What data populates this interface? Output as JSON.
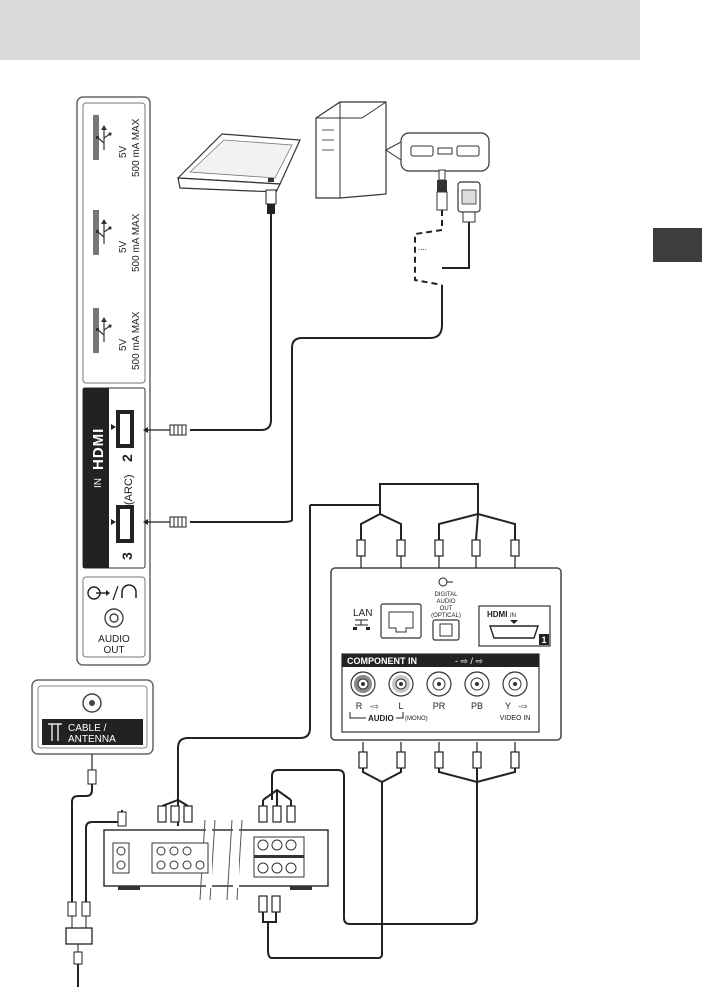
{
  "usb_ports": [
    {
      "rating_voltage": "5V",
      "rating_current": "500 mA MAX"
    },
    {
      "rating_voltage": "5V",
      "rating_current": "500 mA MAX"
    },
    {
      "rating_voltage": "5V",
      "rating_current": "500 mA MAX"
    }
  ],
  "hdmi_panel": {
    "logo": "HDMI",
    "in_label": "IN",
    "port_2": "2",
    "port_3": "3",
    "arc_label": "(ARC)"
  },
  "audio_out": {
    "label_line1": "AUDIO",
    "label_line2": "OUT"
  },
  "antenna": {
    "label_line1": "CABLE /",
    "label_line2": "ANTENNA"
  },
  "rear_panel": {
    "lan_label": "LAN",
    "digital_audio_out": [
      "DIGITAL",
      "AUDIO",
      "OUT",
      "(OPTICAL)"
    ],
    "hdmi_in_label": "IN",
    "hdmi_port_number": "1",
    "component_in_label": "COMPONENT IN",
    "jacks": [
      {
        "label": "R",
        "sub": ""
      },
      {
        "label": "L",
        "sub": "(MONO)"
      },
      {
        "label": "PR",
        "sub": ""
      },
      {
        "label": "PB",
        "sub": ""
      },
      {
        "label": "Y",
        "sub": "VIDEO IN"
      }
    ],
    "audio_label": "AUDIO"
  },
  "colors": {
    "banner": "#d9d9d9",
    "side_tab": "#3d3d3d",
    "panel_dark": "#222222",
    "line": "#1a1a1a"
  },
  "icons": [
    "usb-icon",
    "headphone-icon",
    "antenna-icon",
    "laptop-icon",
    "pc-tower-icon",
    "lan-icon",
    "optical-icon"
  ]
}
